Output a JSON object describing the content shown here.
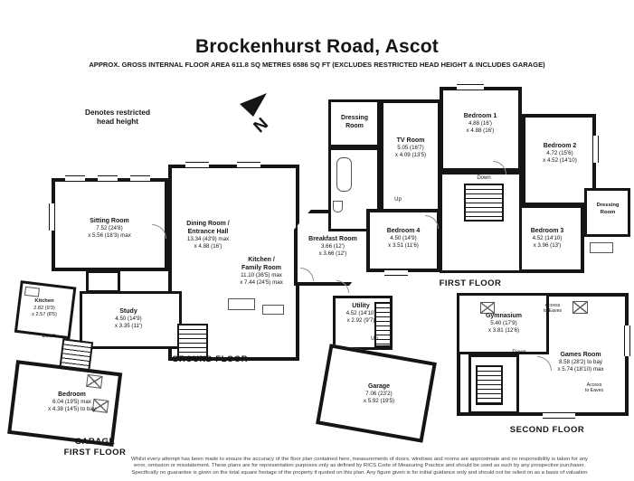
{
  "header": {
    "title": "Brockenhurst Road, Ascot",
    "subtitle": "APPROX. GROSS INTERNAL FLOOR AREA 611.8 SQ METRES 6586 SQ FT (EXCLUDES RESTRICTED HEAD HEIGHT & INCLUDES GARAGE)"
  },
  "legend": {
    "restricted": "Denotes restricted\nhead height"
  },
  "compass": {
    "label": "N"
  },
  "floor_labels": {
    "ground": "GROUND FLOOR",
    "first": "FIRST FLOOR",
    "garage_first": "GARAGE\nFIRST FLOOR",
    "second": "SECOND FLOOR"
  },
  "rooms": {
    "sitting": {
      "name": "Sitting Room",
      "d1": "7.52 (24'8)",
      "d2": "x 5.56 (18'3) max"
    },
    "dining": {
      "name": "Dining Room /\nEntrance Hall",
      "d1": "13.34 (43'9) max",
      "d2": "x 4.88 (16')"
    },
    "kitchen_family": {
      "name": "Kitchen /\nFamily Room",
      "d1": "11.10 (36'5) max",
      "d2": "x 7.44 (24'5) max"
    },
    "breakfast": {
      "name": "Breakfast Room",
      "d1": "3.66 (12')",
      "d2": "x 3.66 (12')"
    },
    "study": {
      "name": "Study",
      "d1": "4.50 (14'9)",
      "d2": "x 3.35 (11')"
    },
    "utility": {
      "name": "Utility",
      "d1": "4.52 (14'10)",
      "d2": "x 2.92 (9'7)"
    },
    "garage": {
      "name": "Garage",
      "d1": "7.06 (23'2)",
      "d2": "x 5.92 (19'5)"
    },
    "dressing1": {
      "name": "Dressing\nRoom"
    },
    "tv": {
      "name": "TV Room",
      "d1": "5.05 (16'7)",
      "d2": "x 4.09 (13'5)"
    },
    "bed1": {
      "name": "Bedroom 1",
      "d1": "4.88 (16')",
      "d2": "x 4.88 (16')"
    },
    "bed2": {
      "name": "Bedroom 2",
      "d1": "4.72 (15'6)",
      "d2": "x 4.52 (14'10)"
    },
    "bed4": {
      "name": "Bedroom 4",
      "d1": "4.50 (14'9)",
      "d2": "x 3.51 (11'6)"
    },
    "bed3": {
      "name": "Bedroom 3",
      "d1": "4.52 (14'10)",
      "d2": "x 3.96 (13')"
    },
    "dressing2": {
      "name": "Dressing\nRoom"
    },
    "garage_kitchen": {
      "name": "Kitchen",
      "d1": "2.82 (9'3)",
      "d2": "x 2.57 (8'5)"
    },
    "garage_bedroom": {
      "name": "Bedroom",
      "d1": "6.04 (19'5) max",
      "d2": "x 4.38 (14'5) to bay"
    },
    "gym": {
      "name": "Gymnasium",
      "d1": "5.40 (17'9)",
      "d2": "x 3.81 (12'6)"
    },
    "games": {
      "name": "Games Room",
      "d1": "8.58 (28'2) to bay",
      "d2": "x 5.74 (18'10) max"
    }
  },
  "annotations": {
    "up": "Up",
    "down": "Down",
    "access_eaves": "Access\nto Eaves"
  },
  "footer": {
    "line1": "Whilst every attempt has been made to ensure the accuracy of the floor plan contained here, measurements of doors, windows and rooms are approximate and no responsibility is taken for any",
    "line2": "error, omission or misstatement. These plans are for representation purposes only as defined by RICS Code of Measuring Practice and should be used as such by any prospective purchaser.",
    "line3": "Specifically no guarantee is given on the total square footage of the property if quoted on this plan. Any figure given is for initial guidance only and should not be relied on as a basis of valuation"
  },
  "colors": {
    "wall": "#151515",
    "background": "#ffffff",
    "footer_text": "#3c3c3c"
  }
}
